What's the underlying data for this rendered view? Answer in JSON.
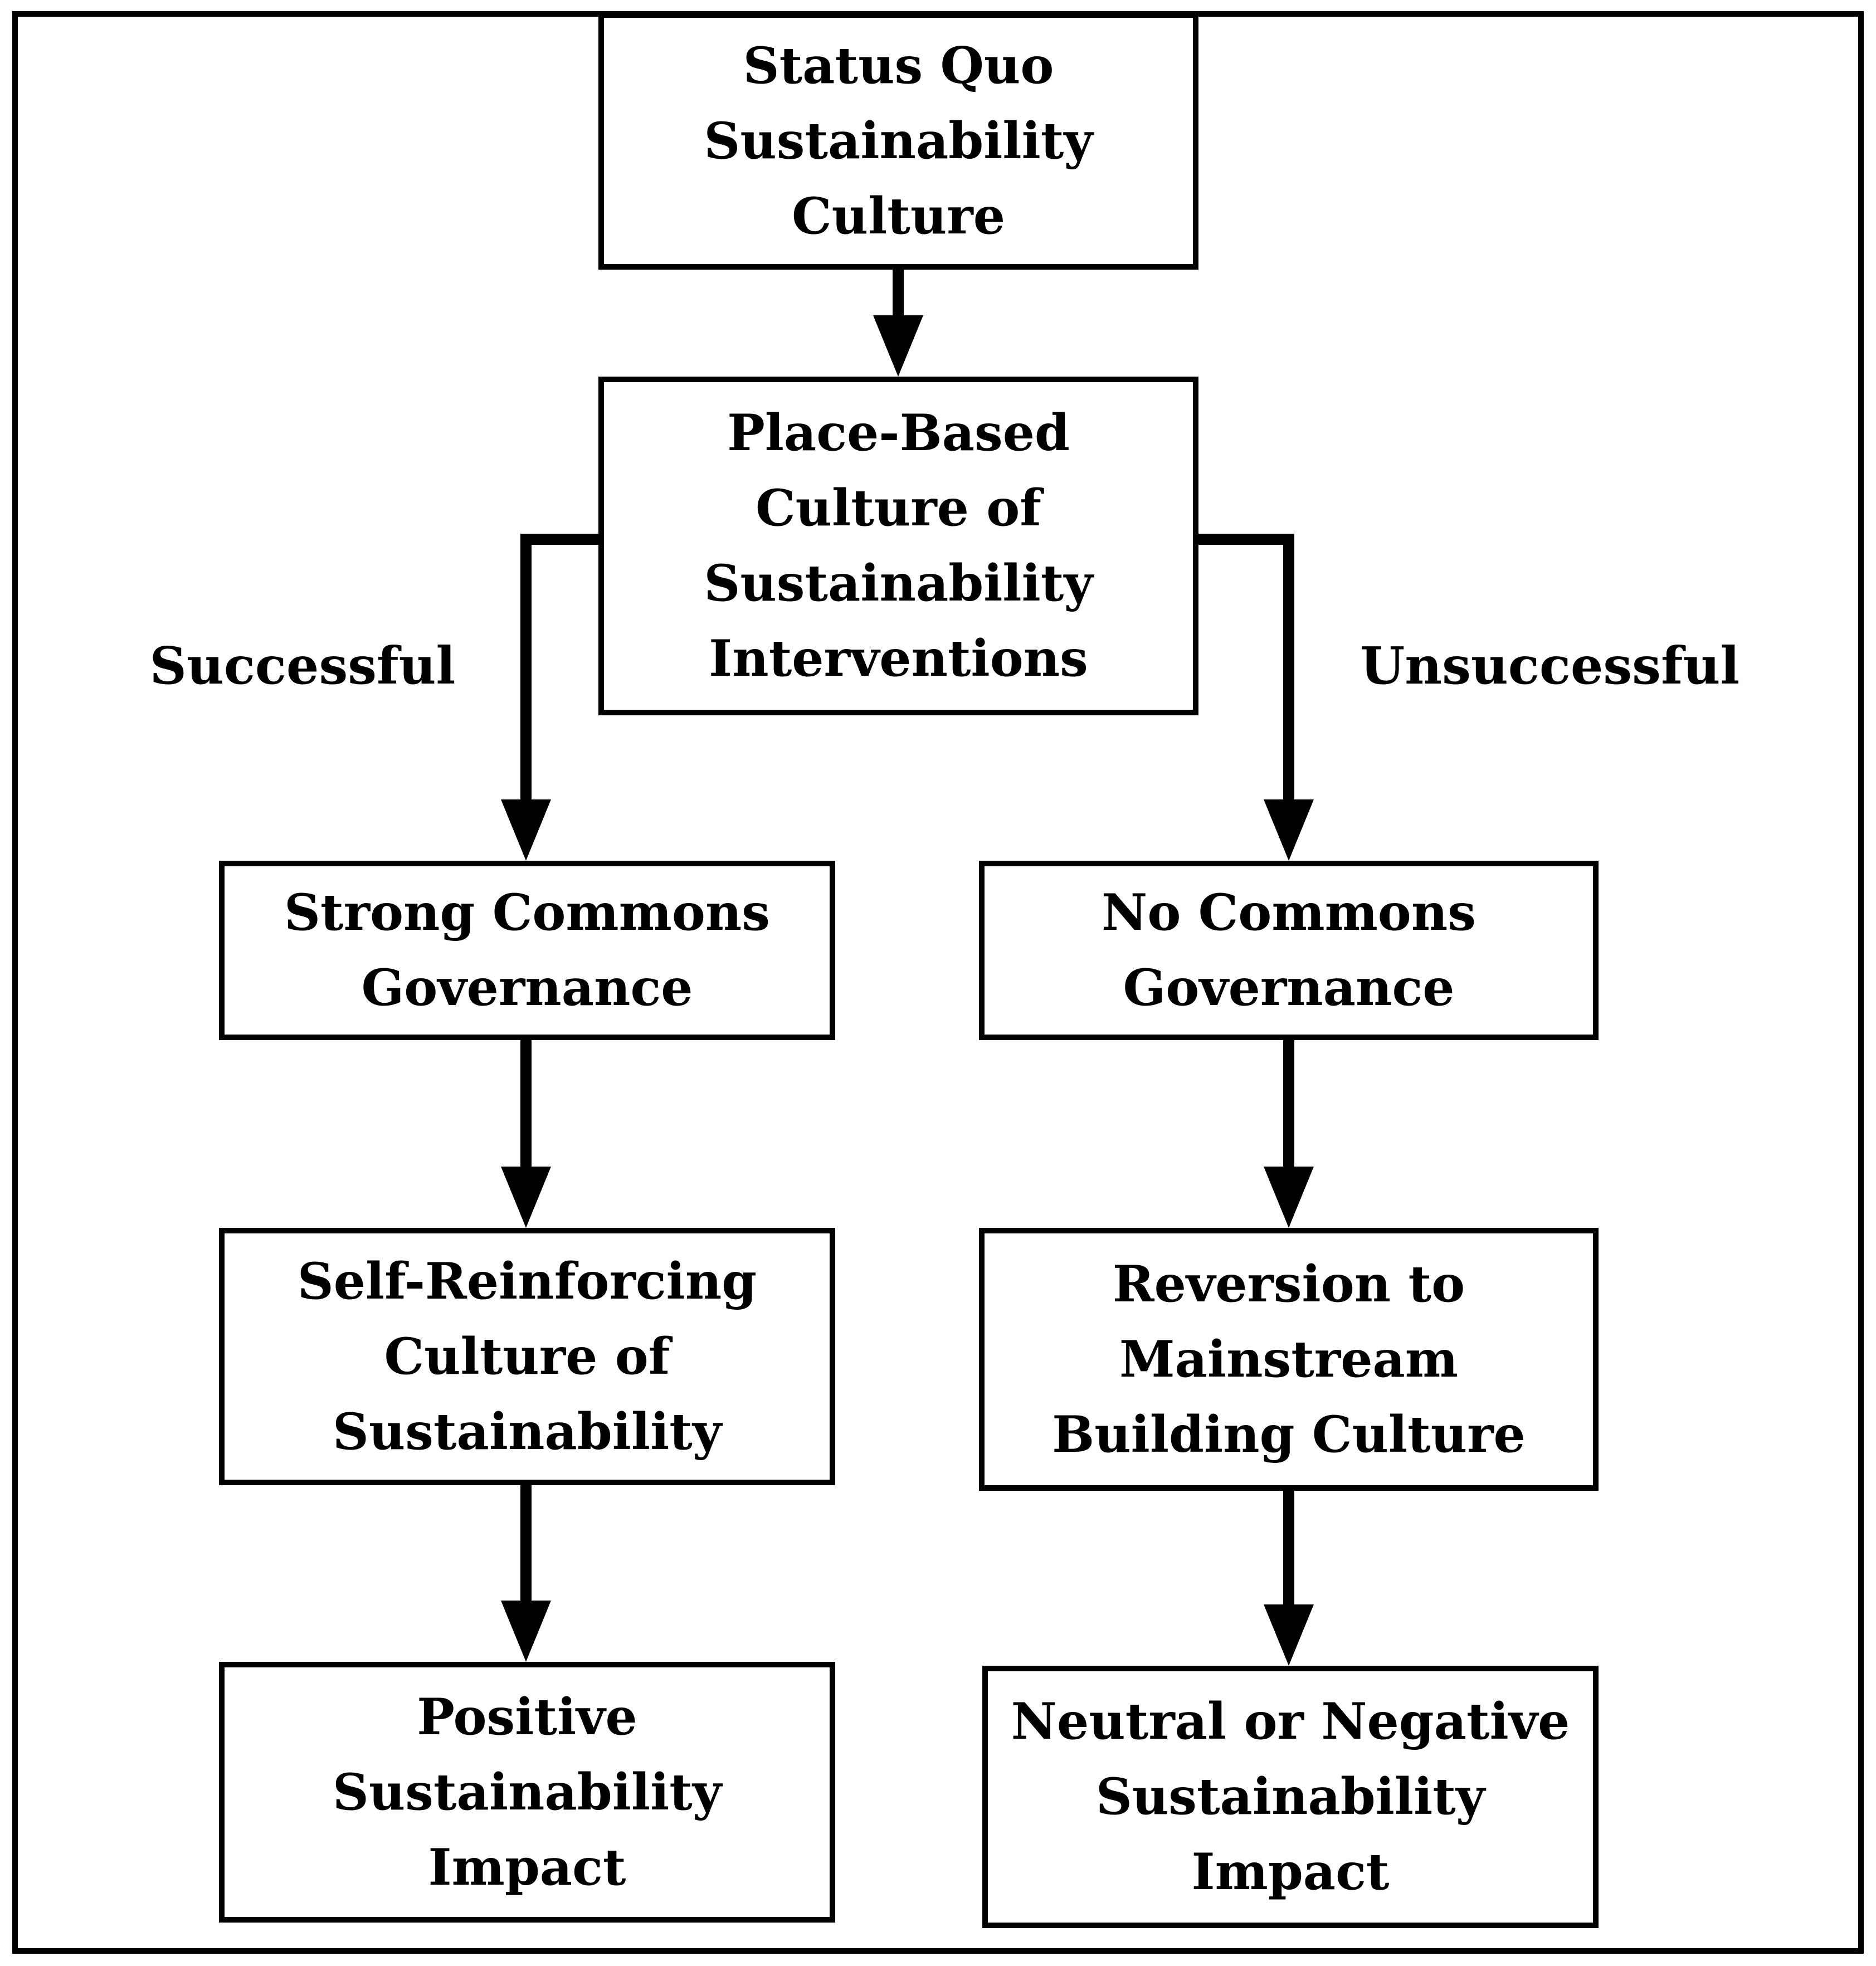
{
  "colors": {
    "line": "#000000",
    "text": "#000000",
    "background": "#ffffff",
    "box_fill": "#ffffff"
  },
  "nodes": {
    "status_quo": {
      "label": "Status Quo\nSustainability\nCulture"
    },
    "place_based": {
      "label": "Place-Based\nCulture of\nSustainability\nInterventions"
    },
    "strong_commons": {
      "label": "Strong Commons\nGovernance"
    },
    "no_commons": {
      "label": "No Commons\nGovernance"
    },
    "self_reinforcing": {
      "label": "Self-Reinforcing\nCulture of\nSustainability"
    },
    "reversion": {
      "label": "Reversion to\nMainstream\nBuilding Culture"
    },
    "positive_impact": {
      "label": "Positive\nSustainability\nImpact"
    },
    "neutral_negative_impact": {
      "label": "Neutral or Negative\nSustainability\nImpact"
    }
  },
  "edge_labels": {
    "left_branch": "Successful",
    "right_branch": "Unsuccessful"
  },
  "edges": [
    {
      "from": "status_quo",
      "to": "place_based",
      "label": ""
    },
    {
      "from": "place_based",
      "to": "strong_commons",
      "label": "Successful"
    },
    {
      "from": "place_based",
      "to": "no_commons",
      "label": "Unsuccessful"
    },
    {
      "from": "strong_commons",
      "to": "self_reinforcing",
      "label": ""
    },
    {
      "from": "no_commons",
      "to": "reversion",
      "label": ""
    },
    {
      "from": "self_reinforcing",
      "to": "positive_impact",
      "label": ""
    },
    {
      "from": "reversion",
      "to": "neutral_negative_impact",
      "label": ""
    }
  ]
}
